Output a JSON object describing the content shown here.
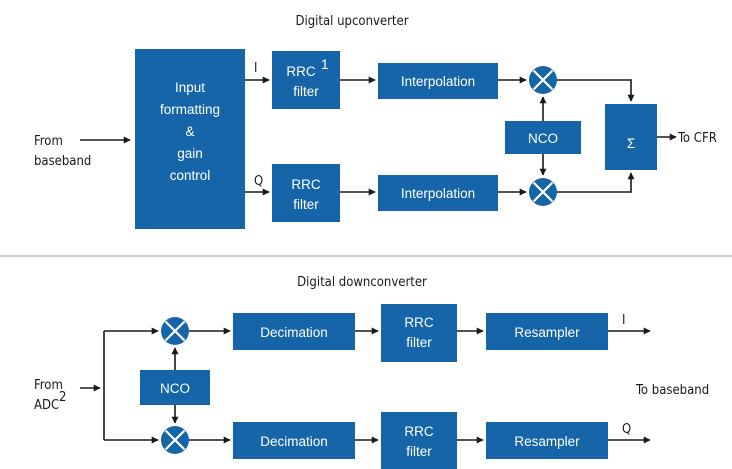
{
  "upconverter": {
    "title": "Digital upconverter",
    "input_label_1": "From",
    "input_label_2": "baseband",
    "format_block": [
      "Input",
      "formatting",
      "&",
      "gain",
      "control"
    ],
    "i_label": "I",
    "q_label": "Q",
    "rrc_top_1": "RRC",
    "rrc_top_sup": "1",
    "rrc_top_2": "filter",
    "rrc_bot_1": "RRC",
    "rrc_bot_2": "filter",
    "interp_top": "Interpolation",
    "interp_bot": "Interpolation",
    "nco": "NCO",
    "sum_symbol": "Σ",
    "output_label": "To CFR"
  },
  "downconverter": {
    "title": "Digital downconverter",
    "input_label_1": "From",
    "input_label_2": "ADC",
    "input_label_sup": "2",
    "nco": "NCO",
    "decim_top": "Decimation",
    "decim_bot": "Decimation",
    "rrc_top_1": "RRC",
    "rrc_top_2": "filter",
    "rrc_bot_1": "RRC",
    "rrc_bot_2": "filter",
    "resamp_top": "Resampler",
    "resamp_bot": "Resampler",
    "i_label": "I",
    "q_label": "Q",
    "output_label": "To baseband"
  },
  "colors": {
    "block": "#1565a8",
    "line": "#1a1a1a"
  }
}
